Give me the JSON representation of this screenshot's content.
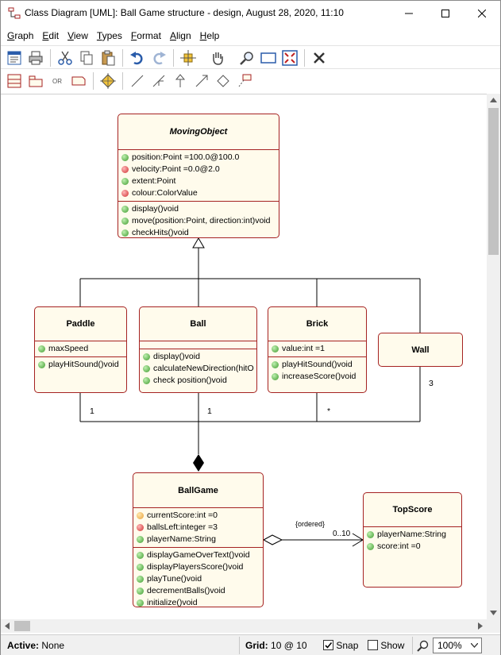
{
  "window": {
    "title": "Class Diagram [UML]: Ball Game structure - design, August 28, 2020, 11:10",
    "minimize": "—",
    "maximize": "☐",
    "close": "✕"
  },
  "menu": {
    "items": [
      {
        "label": "Graph",
        "key": "G",
        "rest": "raph"
      },
      {
        "label": "Edit",
        "key": "E",
        "rest": "dit"
      },
      {
        "label": "View",
        "key": "V",
        "rest": "iew"
      },
      {
        "label": "Types",
        "key": "T",
        "rest": "ypes"
      },
      {
        "label": "Format",
        "key": "F",
        "rest": "ormat"
      },
      {
        "label": "Align",
        "key": "A",
        "rest": "lign"
      },
      {
        "label": "Help",
        "key": "H",
        "rest": "elp"
      }
    ]
  },
  "toolbar2": {
    "or_label": "OR"
  },
  "diagram": {
    "moving_object": {
      "name": "MovingObject",
      "attributes": [
        {
          "text": "position:Point =100.0@100.0",
          "vis": "green"
        },
        {
          "text": "velocity:Point =0.0@2.0",
          "vis": "red"
        },
        {
          "text": "extent:Point",
          "vis": "green"
        },
        {
          "text": "colour:ColorValue",
          "vis": "red"
        }
      ],
      "operations": [
        {
          "text": "display()void",
          "vis": "green"
        },
        {
          "text": "move(position:Point, direction:int)void",
          "vis": "green"
        },
        {
          "text": "checkHits()void",
          "vis": "green"
        }
      ]
    },
    "paddle": {
      "name": "Paddle",
      "attributes": [
        {
          "text": "maxSpeed",
          "vis": "green"
        }
      ],
      "operations": [
        {
          "text": "playHitSound()void",
          "vis": "green"
        }
      ]
    },
    "ball": {
      "name": "Ball",
      "attributes": [],
      "operations": [
        {
          "text": "display()void",
          "vis": "green"
        },
        {
          "text": "calculateNewDirection(hitO",
          "vis": "green"
        },
        {
          "text": "check position()void",
          "vis": "green"
        }
      ]
    },
    "brick": {
      "name": "Brick",
      "attributes": [
        {
          "text": "value:int =1",
          "vis": "green"
        }
      ],
      "operations": [
        {
          "text": "playHitSound()void",
          "vis": "green"
        },
        {
          "text": "increaseScore()void",
          "vis": "green"
        }
      ]
    },
    "wall": {
      "name": "Wall"
    },
    "ballgame": {
      "name": "BallGame",
      "attributes": [
        {
          "text": "currentScore:int =0",
          "vis": "orange"
        },
        {
          "text": "ballsLeft:integer =3",
          "vis": "red"
        },
        {
          "text": "playerName:String",
          "vis": "green"
        }
      ],
      "operations": [
        {
          "text": "displayGameOverText()void",
          "vis": "green"
        },
        {
          "text": "displayPlayersScore()void",
          "vis": "green"
        },
        {
          "text": "playTune()void",
          "vis": "green"
        },
        {
          "text": "decrementBalls()void",
          "vis": "green"
        },
        {
          "text": "initialize()void",
          "vis": "green"
        }
      ]
    },
    "topscore": {
      "name": "TopScore",
      "attributes": [
        {
          "text": "playerName:String",
          "vis": "green"
        },
        {
          "text": "score:int =0",
          "vis": "green"
        }
      ]
    },
    "labels": {
      "paddle_mult": "1",
      "ball_mult": "1",
      "brick_mult": "*",
      "wall_mult": "3",
      "ordered": "{ordered}",
      "topscore_mult": "0..10"
    }
  },
  "status": {
    "active_label": "Active:",
    "active_value": "None",
    "grid_label": "Grid:",
    "grid_value": "10 @ 10",
    "snap_label": "Snap",
    "snap_checked": true,
    "show_label": "Show",
    "show_checked": false,
    "zoom": "100%"
  }
}
